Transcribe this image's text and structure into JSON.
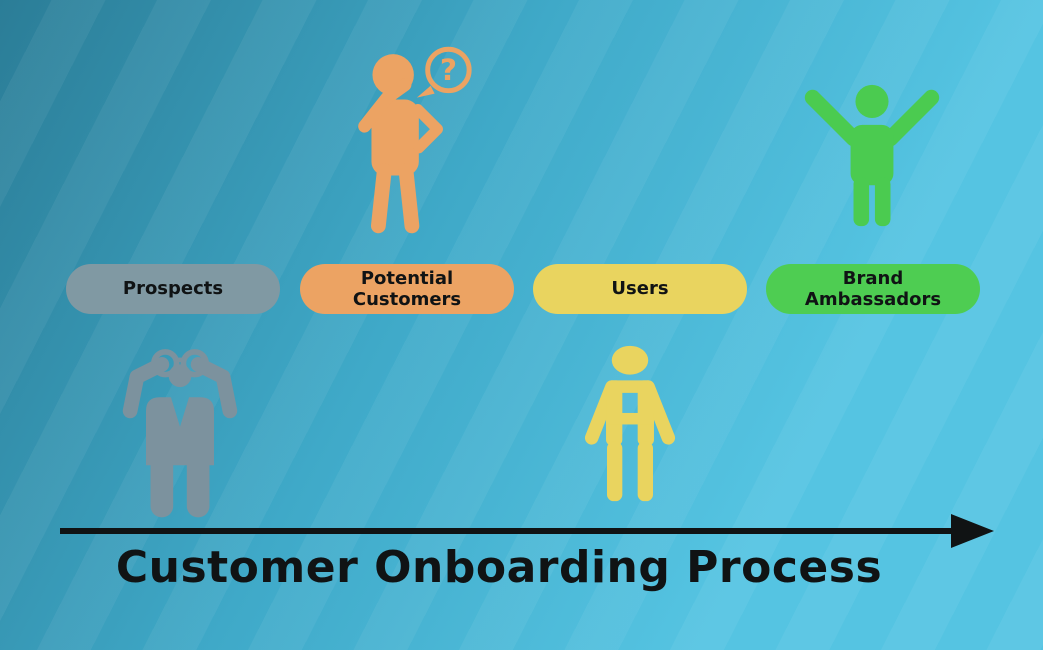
{
  "title": "Customer Onboarding Process",
  "colors": {
    "background_start": "#2b7d97",
    "background_end": "#55c4e2",
    "text": "#101314",
    "arrow": "#101314"
  },
  "stages": [
    {
      "label": "Prospects",
      "pill_color": "#8099a3",
      "icon": "binoculars-person",
      "icon_color": "#7c929e",
      "icon_position": "below-pill"
    },
    {
      "label": "Potential Customers",
      "pill_color": "#eca363",
      "icon": "thinking-person-question-mark",
      "icon_color": "#eca363",
      "icon_position": "above-pill"
    },
    {
      "label": "Users",
      "pill_color": "#e9d45f",
      "icon": "standing-person",
      "icon_color": "#e9d45f",
      "icon_position": "below-pill"
    },
    {
      "label": "Brand Ambassadors",
      "pill_color": "#4ecd52",
      "icon": "cheering-person",
      "icon_color": "#4bcb50",
      "icon_position": "above-pill"
    }
  ],
  "question_mark": "?",
  "arrow": {
    "direction": "right"
  }
}
